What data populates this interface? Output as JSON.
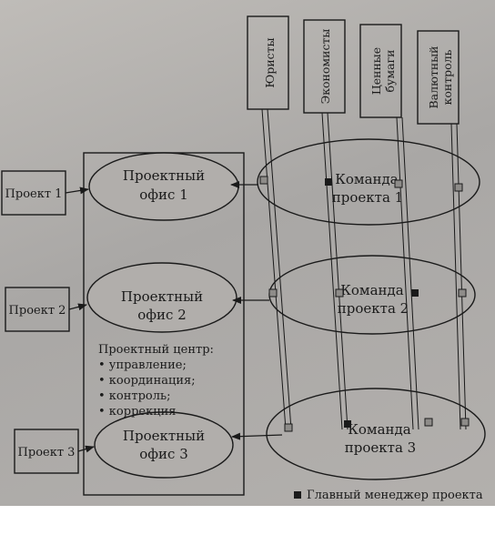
{
  "projects": [
    "Проект 1",
    "Проект 2",
    "Проект 3"
  ],
  "offices": [
    {
      "line1": "Проектный",
      "line2": "офис 1"
    },
    {
      "line1": "Проектный",
      "line2": "офис 2"
    },
    {
      "line1": "Проектный",
      "line2": "офис 3"
    }
  ],
  "teams": [
    {
      "line1": "Команда",
      "line2": "проекта 1"
    },
    {
      "line1": "Команда",
      "line2": "проекта 2"
    },
    {
      "line1": "Команда",
      "line2": "проекта 3"
    }
  ],
  "departments": [
    {
      "line1": "Юристы",
      "line2": ""
    },
    {
      "line1": "Экономисты",
      "line2": ""
    },
    {
      "line1": "Ценные",
      "line2": "бумаги"
    },
    {
      "line1": "Валютный",
      "line2": "контроль"
    }
  ],
  "project_center": {
    "title": "Проектный центр:",
    "items": [
      "• управление;",
      "• координация;",
      "• контроль;",
      "• коррекция"
    ]
  },
  "legend": {
    "text": "Главный менеджер проекта"
  }
}
